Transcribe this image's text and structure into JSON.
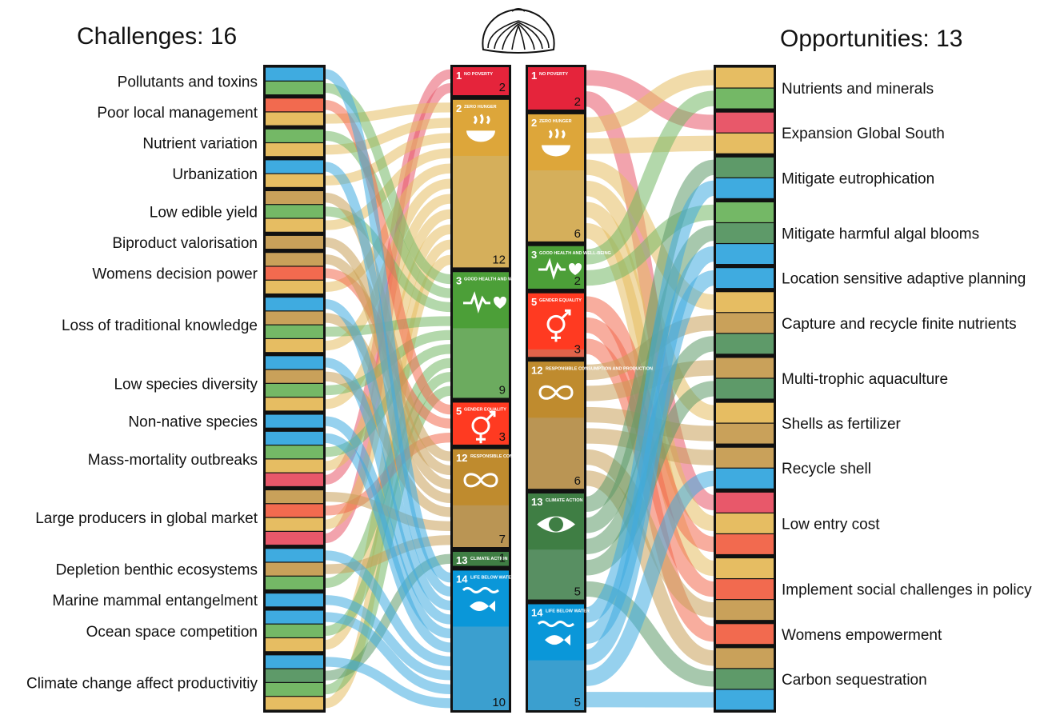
{
  "challenges_heading": "Challenges: 16",
  "opportunities_heading": "Opportunities: 13",
  "colors": {
    "sdg1": "#e5243b",
    "sdg2": "#dda63a",
    "sdg3": "#4c9f38",
    "sdg5": "#ff3a21",
    "sdg12": "#bf8b2e",
    "sdg13": "#3f7e44",
    "sdg14": "#0a97d9",
    "seg_red": "#e8586a",
    "seg_orange": "#f26a4f",
    "seg_yellow": "#e6bd62",
    "seg_tan": "#c9a15a",
    "seg_green": "#74b866",
    "seg_darkgreen": "#5e9a69",
    "seg_blue": "#3fabe0"
  },
  "challenges": [
    {
      "label": "Pollutants and toxins",
      "sdgs": [
        "14",
        "3"
      ]
    },
    {
      "label": "Poor local management",
      "sdgs": [
        "5",
        "2"
      ]
    },
    {
      "label": "Nutrient variation",
      "sdgs": [
        "3",
        "2"
      ]
    },
    {
      "label": "Urbanization",
      "sdgs": [
        "14",
        "2"
      ]
    },
    {
      "label": "Low edible yield",
      "sdgs": [
        "12",
        "3",
        "2"
      ]
    },
    {
      "label": "Biproduct valorisation",
      "sdgs": [
        "12"
      ]
    },
    {
      "label": "Womens decision power",
      "sdgs": [
        "12",
        "5",
        "2"
      ]
    },
    {
      "label": "Loss of traditional knowledge",
      "sdgs": [
        "14",
        "12",
        "3",
        "2"
      ]
    },
    {
      "label": "Low species diversity",
      "sdgs": [
        "14",
        "12",
        "3",
        "2"
      ]
    },
    {
      "label": "Non-native species",
      "sdgs": [
        "14"
      ]
    },
    {
      "label": "Mass-mortality outbreaks",
      "sdgs": [
        "14",
        "3",
        "2",
        "1"
      ]
    },
    {
      "label": "Large producers in global market",
      "sdgs": [
        "12",
        "5",
        "2",
        "1"
      ]
    },
    {
      "label": "Depletion benthic ecosystems",
      "sdgs": [
        "14",
        "12",
        "3"
      ]
    },
    {
      "label": "Marine mammal entangelment",
      "sdgs": [
        "14"
      ]
    },
    {
      "label": "Ocean space competition",
      "sdgs": [
        "14",
        "3",
        "2"
      ]
    },
    {
      "label": "Climate change affect productivitiy",
      "sdgs": [
        "14",
        "13",
        "3",
        "2"
      ]
    }
  ],
  "sdg_challenges": [
    {
      "goal": "1",
      "title": "NO POVERTY",
      "count": "2"
    },
    {
      "goal": "2",
      "title": "ZERO HUNGER",
      "count": "12"
    },
    {
      "goal": "3",
      "title": "GOOD HEALTH AND WELL-BEING",
      "count": "9"
    },
    {
      "goal": "5",
      "title": "GENDER EQUALITY",
      "count": "3"
    },
    {
      "goal": "12",
      "title": "RESPONSIBLE CONSUMPTION AND PRODUCTION",
      "count": "7"
    },
    {
      "goal": "13",
      "title": "CLIMATE ACTION",
      "count": "1"
    },
    {
      "goal": "14",
      "title": "LIFE BELOW WATER",
      "count": "10"
    }
  ],
  "sdg_opportunities": [
    {
      "goal": "1",
      "title": "NO POVERTY",
      "count": "2"
    },
    {
      "goal": "2",
      "title": "ZERO HUNGER",
      "count": "6"
    },
    {
      "goal": "3",
      "title": "GOOD HEALTH AND WELL-BEING",
      "count": "2"
    },
    {
      "goal": "5",
      "title": "GENDER EQUALITY",
      "count": "3"
    },
    {
      "goal": "12",
      "title": "RESPONSIBLE CONSUMPTION AND PRODUCTION",
      "count": "6"
    },
    {
      "goal": "13",
      "title": "CLIMATE ACTION",
      "count": "5"
    },
    {
      "goal": "14",
      "title": "LIFE BELOW WATER",
      "count": "5"
    }
  ],
  "opportunities": [
    {
      "label": "Nutrients and minerals",
      "sdgs": [
        "2",
        "3"
      ]
    },
    {
      "label": "Expansion Global South",
      "sdgs": [
        "1",
        "2"
      ]
    },
    {
      "label": "Mitigate eutrophication",
      "sdgs": [
        "13",
        "14"
      ]
    },
    {
      "label": "Mitigate harmful algal blooms",
      "sdgs": [
        "3",
        "13",
        "14"
      ]
    },
    {
      "label": "Location sensitive adaptive planning",
      "sdgs": [
        "14"
      ]
    },
    {
      "label": "Capture and recycle finite nutrients",
      "sdgs": [
        "2",
        "12",
        "13"
      ]
    },
    {
      "label": "Multi-trophic aquaculture",
      "sdgs": [
        "12",
        "13"
      ]
    },
    {
      "label": "Shells as fertilizer",
      "sdgs": [
        "2",
        "12"
      ]
    },
    {
      "label": "Recycle shell",
      "sdgs": [
        "12",
        "14"
      ]
    },
    {
      "label": "Low entry cost",
      "sdgs": [
        "1",
        "2",
        "5"
      ]
    },
    {
      "label": "Implement social challenges in policy",
      "sdgs": [
        "2",
        "5",
        "12"
      ]
    },
    {
      "label": "Womens empowerment",
      "sdgs": [
        "5"
      ]
    },
    {
      "label": "Carbon sequestration",
      "sdgs": [
        "12",
        "13",
        "14"
      ]
    }
  ]
}
